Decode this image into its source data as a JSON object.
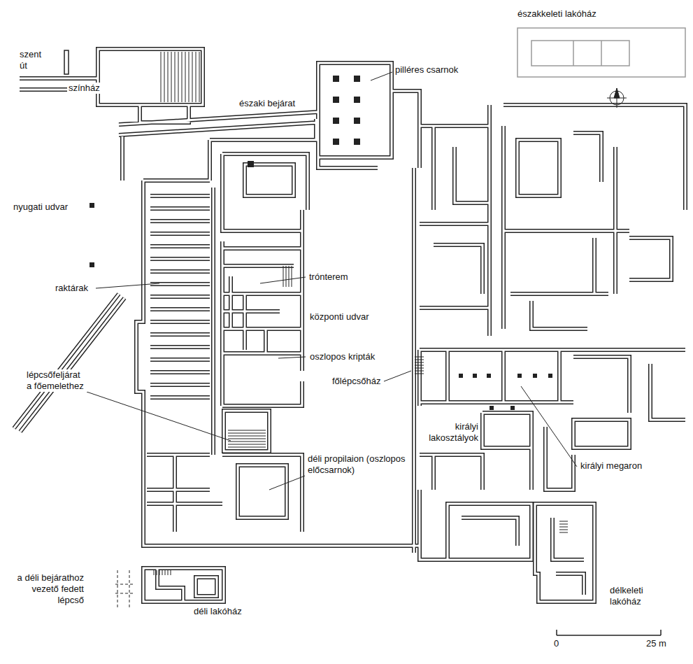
{
  "diagram": {
    "labels": [
      "szent út",
      "színház",
      "északi bejárat",
      "pilléres csarnok",
      "északkeleti lakóház",
      "nyugati udvar",
      "raktárak",
      "trónterem",
      "központi udvar",
      "oszlopos kripták",
      "lépcsőfeljárat a főemelethez",
      "főlépcsőház",
      "királyi lakosztályok",
      "déli propilaion (oszlopos előcsarnok)",
      "királyi megaron",
      "a déli bejárathoz vezető fedett lépcső",
      "délkeleti lakóház",
      "déli lakóház",
      "0",
      "25 m"
    ]
  }
}
